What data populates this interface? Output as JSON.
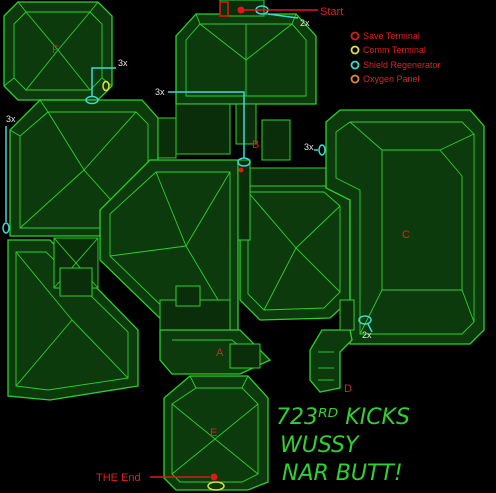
{
  "legend": {
    "items": [
      {
        "label": "Save Terminal",
        "color": "#d62020"
      },
      {
        "label": "Comm Terminal",
        "color": "#e6e03a"
      },
      {
        "label": "Shield Regenerator",
        "color": "#3fd8d8"
      },
      {
        "label": "Oxygen Panel",
        "color": "#e08a30"
      }
    ]
  },
  "markers": {
    "start": "Start",
    "end": "THE End"
  },
  "rooms": {
    "a": "A",
    "b": "B",
    "c": "C",
    "d": "D",
    "e": "E",
    "f": "F"
  },
  "multipliers": {
    "start_2x": "2x",
    "f_3x": "3x",
    "left_3x": "3x",
    "center_3x": "3x",
    "right_3x": "3x",
    "c_2x": "2x"
  },
  "graffiti": {
    "line1": "723ᴿᴰ KICKS",
    "line2": "WUSSY",
    "line3": "NAR BUTT!"
  },
  "colors": {
    "wall": "#2bd12b",
    "floor": "#0c3a0c",
    "route_red": "#e01818",
    "route_cyan": "#3fd8d8"
  }
}
